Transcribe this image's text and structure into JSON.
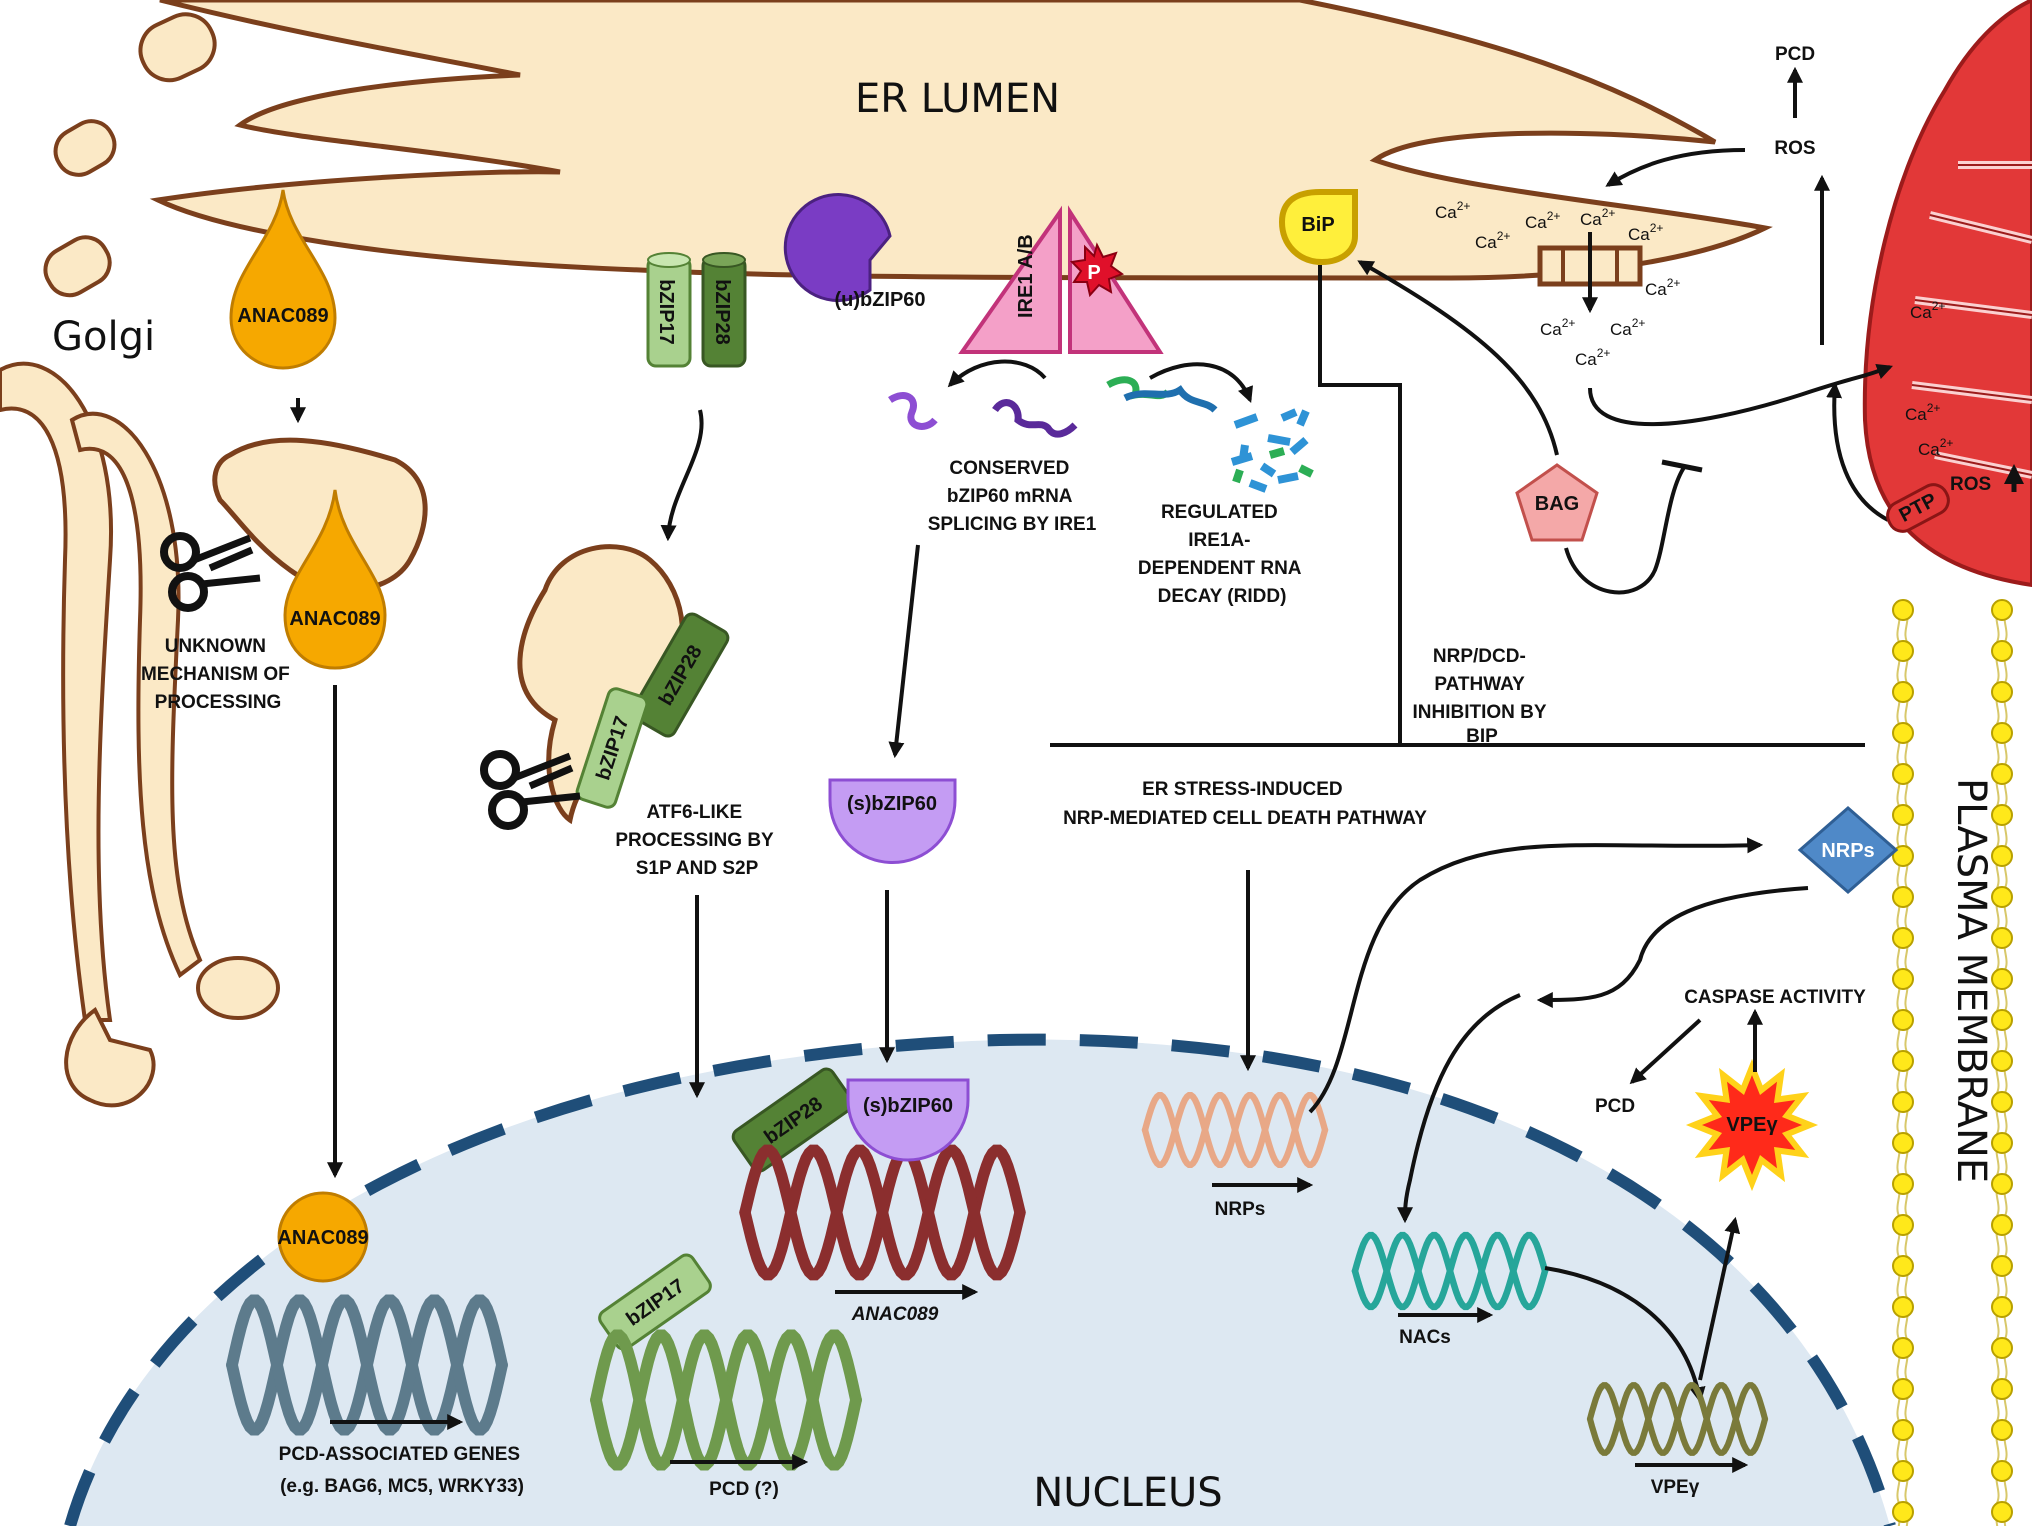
{
  "compartments": {
    "er_lumen": "ER LUMEN",
    "golgi": "Golgi",
    "nucleus": "NUCLEUS",
    "plasma_membrane": "PLASMA MEMBRANE"
  },
  "proteins": {
    "anac089": "ANAC089",
    "bzip17": "bZIP17",
    "bzip28": "bZIP28",
    "u_bzip60": "(u)bZIP60",
    "s_bzip60": "(s)bZIP60",
    "ire1": "IRE1 A/B",
    "phospho": "P",
    "bip": "BiP",
    "bag": "BAG",
    "nrps": "NRPs",
    "ptp": "PTP",
    "vpeg": "VPEγ",
    "ca_ion": "Ca",
    "ca_charge": "2+"
  },
  "annotations": {
    "unknown_mechanism": [
      "UNKNOWN",
      "MECHANISM OF",
      "PROCESSING"
    ],
    "atf6_processing": [
      "ATF6-LIKE",
      "PROCESSING BY",
      "S1P AND S2P"
    ],
    "bzip60_splicing": [
      "CONSERVED",
      "bZIP60 mRNA",
      "SPLICING BY IRE1"
    ],
    "ridd": [
      "REGULATED",
      "IRE1A-",
      "DEPENDENT RNA",
      "DECAY (RIDD)"
    ],
    "nrp_inhibition": [
      "NRP/DCD-",
      "PATHWAY",
      "INHIBITION BY",
      "BIP"
    ],
    "nrp_pathway": [
      "ER STRESS-INDUCED",
      "NRP-MEDIATED CELL DEATH PATHWAY"
    ],
    "caspase": "CASPASE ACTIVITY",
    "pcd": "PCD",
    "ros": "ROS",
    "ros_up": "ROS"
  },
  "genes": {
    "pcd_genes": [
      "PCD-ASSOCIATED  GENES",
      "(e.g. BAG6, MC5, WRKY33)"
    ],
    "pcd_q": "PCD (?)",
    "anac089": "ANAC089",
    "nrps": "NRPs",
    "nacs": "NACs",
    "vpeg": "VPEγ"
  },
  "colors": {
    "er_fill": "#fbe9c6",
    "er_stroke": "#7b3f1c",
    "nucleus_fill": "#dde8f2",
    "nuclear_envelope": "#1f4e79",
    "anac089": "#f6a800",
    "bzip17": "#a9d18e",
    "bzip28": "#548235",
    "bzip60_u": "#8d4ed3",
    "bzip60_s": "#c49cf3",
    "ire1": "#f4a0c8",
    "bip": "#ffef3b",
    "bag": "#f4a8a8",
    "nrps": "#4f89c8",
    "mitochondrion": "#e23838",
    "vpeg_burst": "#ff2a1a"
  }
}
